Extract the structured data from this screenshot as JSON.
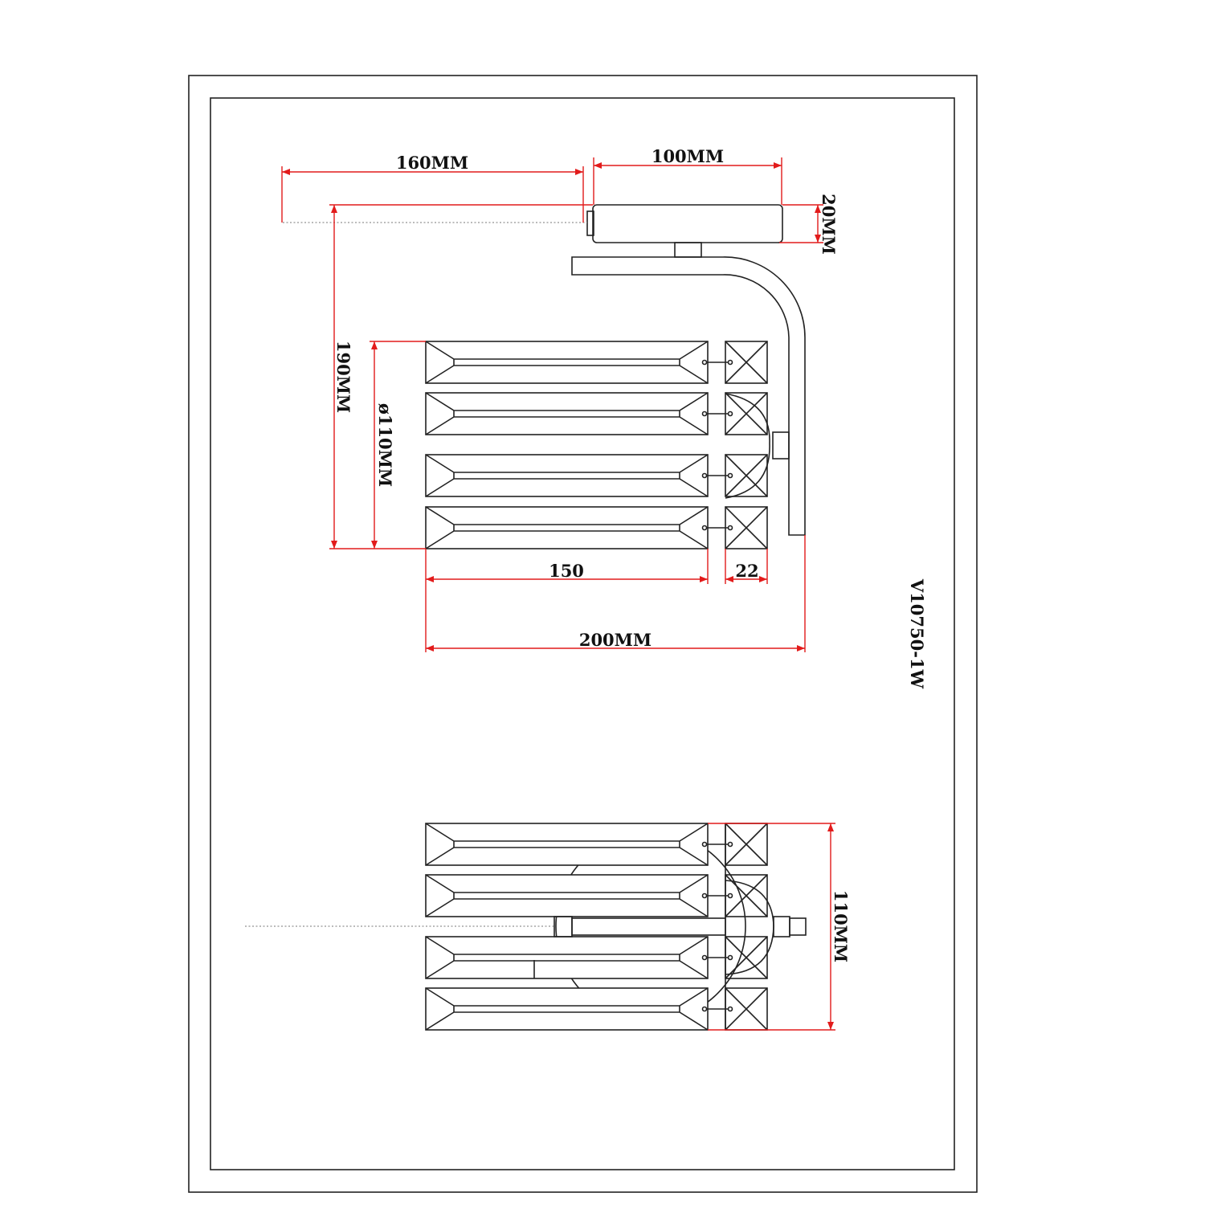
{
  "drawing": {
    "model_code": "V10750-1W",
    "dimensions": {
      "chain_length": "160MM",
      "backplate_width": "100MM",
      "backplate_depth": "20MM",
      "total_height": "190MM",
      "diameter": "ø110MM",
      "crystal_length": "150",
      "crystal_end": "22",
      "projection": "200MM",
      "front_width": "110MM"
    },
    "colors": {
      "dimension": "#e21b1b",
      "line": "#222222"
    }
  }
}
